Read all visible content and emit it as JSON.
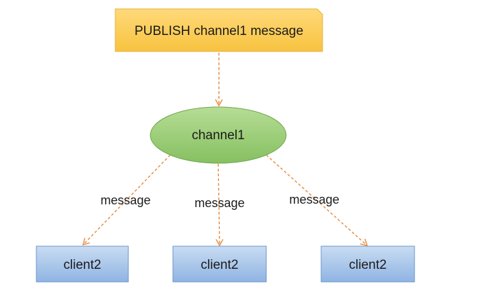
{
  "publish": {
    "label": "PUBLISH channel1 message"
  },
  "channel": {
    "label": "channel1"
  },
  "edges": [
    {
      "label": "message"
    },
    {
      "label": "message"
    },
    {
      "label": "message"
    }
  ],
  "clients": [
    {
      "label": "client2"
    },
    {
      "label": "client2"
    },
    {
      "label": "client2"
    }
  ],
  "colors": {
    "publish_fill_top": "#ffd97a",
    "publish_fill_bottom": "#f7c33f",
    "publish_stroke": "#e6b13a",
    "channel_fill_top": "#b6dd95",
    "channel_fill_bottom": "#86c061",
    "channel_stroke": "#6fa64a",
    "client_fill_top": "#c9dcf2",
    "client_fill_bottom": "#8fb4e3",
    "client_stroke": "#6d94c9",
    "arrow": "#e58a3a"
  }
}
